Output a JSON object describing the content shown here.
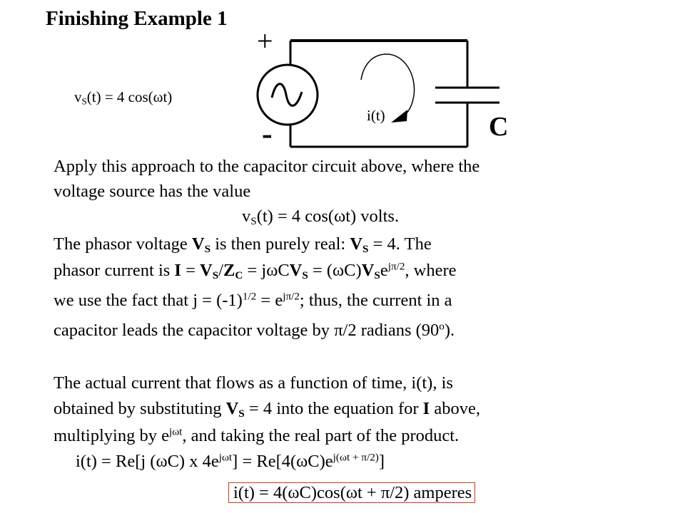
{
  "slide": {
    "title": "Finishing Example 1",
    "circuit": {
      "plus_sign": "+",
      "minus_sign": "-",
      "source_prefix": "v",
      "source_sub": "S",
      "source_suffix": "(t) = 4 cos(ωt)",
      "current_label": "i(t)",
      "capacitor_label": "C"
    },
    "lines": {
      "l1": "Apply this approach to the capacitor circuit above, where the",
      "l2": "voltage source has the value",
      "l3a": "v",
      "l3b": "S",
      "l3c": "(t) = 4 cos(ωt)  volts.",
      "l4a": "The phasor voltage ",
      "l4b": "V",
      "l4c": "S",
      "l4d": " is then purely real:  ",
      "l4e": "V",
      "l4f": "S",
      "l4g": " = 4.  The",
      "l5a": "phasor current is ",
      "l5b": "I",
      "l5c": " = ",
      "l5d": "V",
      "l5e": "S",
      "l5f": "/",
      "l5g": "Z",
      "l5h": "C",
      "l5i": " =  jωC",
      "l5j": "V",
      "l5k": "S",
      "l5l": " = (ωC)",
      "l5m": "V",
      "l5n": "S",
      "l5o": "e",
      "l5p": "jπ/2",
      "l5q": ", where",
      "l6a": "we use the fact that j = (-1)",
      "l6b": "1/2",
      "l6c": " = e",
      "l6d": "jπ/2",
      "l6e": "; thus, the current in a",
      "l7a": "capacitor leads the capacitor voltage by π/2 radians (90",
      "l7b": "o",
      "l7c": ").",
      "l8": "The actual current that flows as a function of time, i(t), is",
      "l9a": "obtained by substituting  ",
      "l9b": "V",
      "l9c": "S",
      "l9d": " = 4 into the equation for ",
      "l9e": "I",
      "l9f": " above,",
      "l10a": "multiplying by  e",
      "l10b": "jωt",
      "l10c": ", and taking the real part of the product.",
      "l11a": "i(t) = Re[j (ωC) x 4e",
      "l11b": "jωt",
      "l11c": "] = Re[4(ωC)e",
      "l11d": "j(ωt + π/2)",
      "l11e": "]",
      "l12": "i(t) = 4(ωC)cos(ωt + π/2) amperes"
    }
  }
}
